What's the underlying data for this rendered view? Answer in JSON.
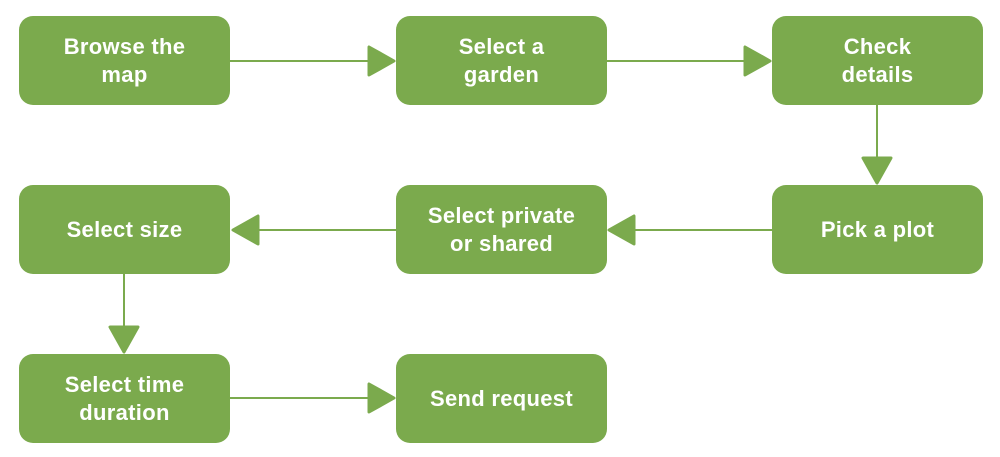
{
  "colors": {
    "accent": "#7baa4d",
    "node-text": "#ffffff",
    "background": "#ffffff"
  },
  "diagram": {
    "type": "flowchart",
    "nodes": [
      {
        "id": "browse-map",
        "label": "Browse the\nmap"
      },
      {
        "id": "select-garden",
        "label": "Select a\ngarden"
      },
      {
        "id": "check-details",
        "label": "Check\ndetails"
      },
      {
        "id": "pick-plot",
        "label": "Pick a plot"
      },
      {
        "id": "select-private-shared",
        "label": "Select private\nor shared"
      },
      {
        "id": "select-size",
        "label": "Select size"
      },
      {
        "id": "select-time-duration",
        "label": "Select time\nduration"
      },
      {
        "id": "send-request",
        "label": "Send request"
      }
    ],
    "edges": [
      {
        "from": "browse-map",
        "to": "select-garden",
        "direction": "right"
      },
      {
        "from": "select-garden",
        "to": "check-details",
        "direction": "right"
      },
      {
        "from": "check-details",
        "to": "pick-plot",
        "direction": "down"
      },
      {
        "from": "pick-plot",
        "to": "select-private-shared",
        "direction": "left"
      },
      {
        "from": "select-private-shared",
        "to": "select-size",
        "direction": "left"
      },
      {
        "from": "select-size",
        "to": "select-time-duration",
        "direction": "down"
      },
      {
        "from": "select-time-duration",
        "to": "send-request",
        "direction": "right"
      }
    ]
  }
}
